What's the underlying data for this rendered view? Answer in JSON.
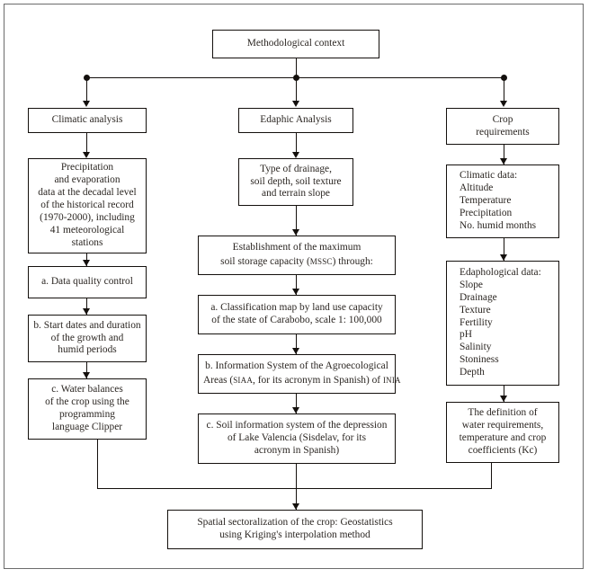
{
  "diagram": {
    "title_node": {
      "label": "Methodological context"
    },
    "branches": [
      {
        "label": "Climatic analysis"
      },
      {
        "label": "Edaphic Analysis"
      },
      {
        "label_line1": "Crop",
        "label_line2": "requirements"
      }
    ],
    "column_climatic": [
      {
        "name": "precipitation-evaporation-data",
        "lines": [
          "Precipitation",
          "and evaporation",
          "data at the decadal level",
          "of the historical record",
          "(1970-2000), including",
          "41 meteorological",
          "stations"
        ]
      },
      {
        "name": "data-quality-control",
        "lines": [
          "a. Data quality control"
        ]
      },
      {
        "name": "start-dates-duration",
        "lines": [
          "b. Start dates and duration",
          "of the growth and",
          "humid periods"
        ]
      },
      {
        "name": "water-balances-clipper",
        "lines": [
          "c. Water balances",
          "of the crop using the",
          "programming",
          "language Clipper"
        ]
      }
    ],
    "column_edaphic": [
      {
        "name": "drainage-depth-texture-slope",
        "lines": [
          "Type of drainage,",
          "soil depth, soil texture",
          "and terrain slope"
        ]
      },
      {
        "name": "maximum-soil-storage-capacity",
        "line1": "Establishment of the maximum",
        "line2_a": "soil storage capacity (",
        "line2_sc": "mssc",
        "line2_b": ") through:"
      },
      {
        "name": "classification-map-carabobo",
        "lines": [
          "a. Classification map by land use capacity",
          "of the state of Carabobo, scale 1: 100,000"
        ]
      },
      {
        "name": "information-system-agroecological-areas",
        "line1": "b. Information System of the Agroecological",
        "line2_a": "Areas (",
        "line2_sc1": "siaa",
        "line2_b": ", for its acronym in Spanish) of ",
        "line2_sc2": "inia"
      },
      {
        "name": "soil-information-system-lake-valencia",
        "lines": [
          "c. Soil information system of the depression",
          "of Lake Valencia (Sisdelav, for its",
          "acronym in Spanish)"
        ]
      }
    ],
    "column_crop": [
      {
        "name": "climatic-data-list",
        "lines": [
          "Climatic data:",
          "Altitude",
          "Temperature",
          "Precipitation",
          "No. humid months"
        ]
      },
      {
        "name": "edaphological-data-list",
        "lines": [
          "Edaphological data:",
          "Slope",
          "Drainage",
          "Texture",
          "Fertility",
          "pH",
          "Salinity",
          "Stoniness",
          "Depth"
        ]
      },
      {
        "name": "water-temperature-crop-coefficients",
        "lines": [
          "The definition of",
          "water requirements,",
          "temperature and crop",
          "coefficients (Kc)"
        ]
      }
    ],
    "result_node": {
      "lines": [
        "Spatial sectoralization of the crop: Geostatistics",
        "using Kriging's interpolation method"
      ]
    },
    "colors": {
      "line": "#14100d",
      "text": "#2b2622",
      "frame": "#6b6b6b",
      "background": "#ffffff"
    }
  }
}
